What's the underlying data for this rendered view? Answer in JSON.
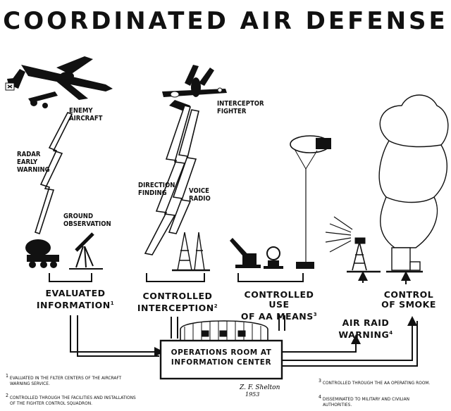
{
  "title": "COORDINATED AIR DEFENSE",
  "labels": {
    "enemy_aircraft": [
      "ENEMY",
      "AIRCRAFT"
    ],
    "interceptor_fighter": [
      "INTERCEPTOR",
      "FIGHTER"
    ],
    "radar_early_warning": [
      "RADAR",
      "EARLY",
      "WARNING"
    ],
    "ground_observation": [
      "GROUND",
      "OBSERVATION"
    ],
    "direction_finding": [
      "DIRECTION",
      "FINDING"
    ],
    "voice_radio": [
      "VOICE",
      "RADIO"
    ]
  },
  "groups": {
    "evaluated": [
      "EVALUATED",
      "INFORMATION"
    ],
    "evaluated_mark": "1",
    "controlled_interception": [
      "CONTROLLED",
      "INTERCEPTION"
    ],
    "controlled_interception_mark": "2",
    "controlled_aa": [
      "CONTROLLED USE",
      "OF AA MEANS"
    ],
    "controlled_aa_mark": "3",
    "air_raid": [
      "AIR RAID",
      "WARNING"
    ],
    "air_raid_mark": "4",
    "smoke": [
      "CONTROL",
      "OF SMOKE"
    ]
  },
  "center": [
    "OPERATIONS ROOM AT",
    "INFORMATION CENTER"
  ],
  "footnotes": {
    "n1_mark": "1",
    "n1": [
      "EVALUATED IN THE FILTER CENTERS OF THE AIRCRAFT",
      "WARNING SERVICE."
    ],
    "n2_mark": "2",
    "n2": [
      "CONTROLLED THROUGH THE FACILITIES AND INSTALLATIONS",
      "OF THE FIGHTER CONTROL SQUADRON."
    ],
    "n3_mark": "3",
    "n3": [
      "CONTROLLED THROUGH THE AA OPERATING ROOM."
    ],
    "n4_mark": "4",
    "n4": [
      "DISSEMINATED TO MILITARY AND CIVILIAN",
      "AUTHORITIES."
    ]
  },
  "signature": [
    "Z. F. Shelton",
    "1953"
  ]
}
